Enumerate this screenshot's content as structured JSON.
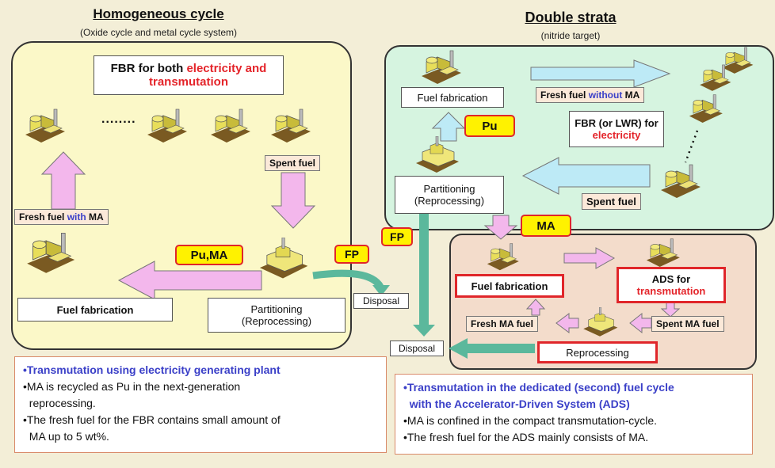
{
  "left": {
    "title": "Homogeneous cycle",
    "subtitle": "(Oxide cycle  and metal cycle system)",
    "fbr_label_a": "FBR for both ",
    "fbr_label_b": "electricity and",
    "fbr_label_c": "transmutation",
    "spent_fuel": "Spent fuel",
    "fresh_fuel_a": "Fresh fuel ",
    "fresh_fuel_b": "with",
    "fresh_fuel_c": " MA",
    "pu_ma": "Pu,MA",
    "fp": "FP",
    "fuel_fabrication": "Fuel fabrication",
    "partitioning_a": "Partitioning",
    "partitioning_b": "(Reprocessing)",
    "disposal": "Disposal",
    "dots": "........"
  },
  "right": {
    "title": "Double strata",
    "subtitle": "(nitride target)",
    "fuel_fabrication": "Fuel fabrication",
    "fresh_fuel_a": "Fresh fuel ",
    "fresh_fuel_b": "without",
    "fresh_fuel_c": " MA",
    "pu": "Pu",
    "fbr_a": "FBR (or LWR) for",
    "fbr_b": "electricity",
    "partitioning_a": "Partitioning",
    "partitioning_b": "(Reprocessing)",
    "spent_fuel": "Spent fuel",
    "fp": "FP",
    "ma": "MA",
    "ads_fuel_fabrication": "Fuel fabrication",
    "ads_a": "ADS for",
    "ads_b": "transmutation",
    "fresh_ma_fuel": "Fresh MA fuel",
    "spent_ma_fuel": "Spent MA fuel",
    "reprocessing": "Reprocessing",
    "disposal": "Disposal"
  },
  "notes_left": {
    "head": "•Transmutation using electricity generating plant",
    "line1": "•MA is recycled as Pu in the next-generation",
    "line2": "  reprocessing.",
    "line3": "•The fresh fuel for the FBR contains small amount of",
    "line4": "  MA up to 5 wt%."
  },
  "notes_right": {
    "head1": "•Transmutation in the dedicated (second) fuel cycle",
    "head2": "  with the Accelerator-Driven System (ADS)",
    "line1": "•MA is confined in the compact transmutation-cycle.",
    "line2": "•The fresh fuel for the ADS mainly consists of MA."
  },
  "colors": {
    "left_panel": "#fbf8c8",
    "right_top_panel": "#d6f4e0",
    "right_bottom_panel": "#f3dccb",
    "pink_arrow": "#f3b7ec",
    "cyan_arrow": "#bdeaf6",
    "green_arrow": "#5bb89c",
    "highlight": "#fff200",
    "red": "#e0262a",
    "blue": "#3b40c8"
  },
  "icons": [
    "nuclear-plant-icon",
    "reprocessing-plant-icon"
  ]
}
